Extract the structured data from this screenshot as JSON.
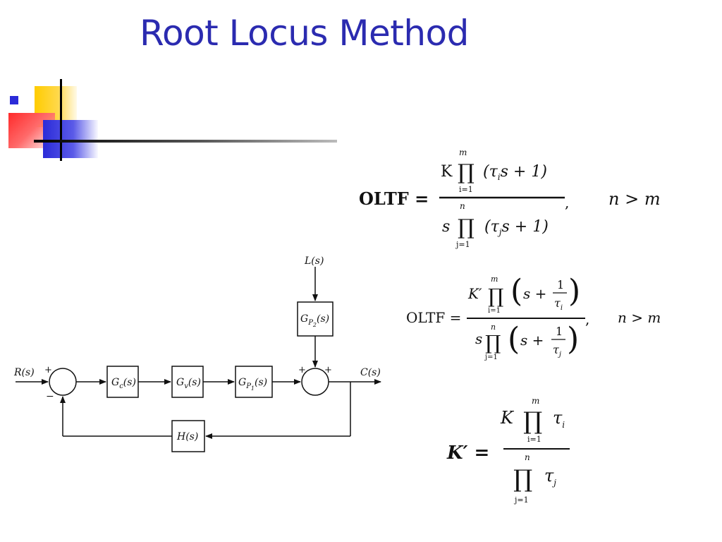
{
  "slide": {
    "title": "Root Locus Method",
    "colors": {
      "title": "#2b2bb0",
      "bullet": "#2b2bd8",
      "deco_yellow": "#ffcc00",
      "deco_red": "#ff3333",
      "deco_blue": "#2b2bd8"
    }
  },
  "equation1": {
    "lhs": "OLTF =",
    "num_K": "K",
    "prod_sym": "∏",
    "num_prod_top": "m",
    "num_prod_bottom": "i=1",
    "num_factor_open": "(τ",
    "num_factor_sub": "i",
    "num_factor_rest": "s + 1)",
    "den_s": "s",
    "den_prod_top": "n",
    "den_prod_bottom": "j=1",
    "den_factor_open": "(τ",
    "den_factor_sub": "j",
    "den_factor_rest": "s + 1)",
    "sep": ",",
    "condition": "n > m"
  },
  "equation2": {
    "lhs": "OLTF =",
    "num_K": "K′",
    "prod_sym": "∏",
    "num_prod_top": "m",
    "num_prod_bottom": "i=1",
    "num_s": "s +",
    "num_frac_num": "1",
    "num_frac_den": "τ",
    "num_frac_den_sub": "i",
    "den_s": "s",
    "den_prod_top": "n",
    "den_prod_bottom": "j=1",
    "den_s2": "s +",
    "den_frac_num": "1",
    "den_frac_den": "τ",
    "den_frac_den_sub": "j",
    "sep": ",",
    "condition": "n > m"
  },
  "equation3": {
    "lhs": "K′ =",
    "num_K": "K",
    "prod_sym": "∏",
    "num_prod_top": "m",
    "num_prod_bottom": "i=1",
    "num_tau": "τ",
    "num_tau_sub": "i",
    "den_prod_top": "n",
    "den_prod_bottom": "j=1",
    "den_tau": "τ",
    "den_tau_sub": "j"
  },
  "diagram": {
    "input": "R(s)",
    "output": "C(s)",
    "load": "L(s)",
    "sum1_plus": "+",
    "sum1_minus": "−",
    "sum2_plus_left": "+",
    "sum2_plus_top": "+",
    "gc": "G",
    "gc_sub": "c",
    "gc_arg": "(s)",
    "gv": "G",
    "gv_sub": "v",
    "gv_arg": "(s)",
    "gp1": "G",
    "gp1_sub": "P",
    "gp1_subsub": "1",
    "gp1_arg": "(s)",
    "gp2": "G",
    "gp2_sub": "P",
    "gp2_subsub": "2",
    "gp2_arg": "(s)",
    "h": "H(s)"
  }
}
